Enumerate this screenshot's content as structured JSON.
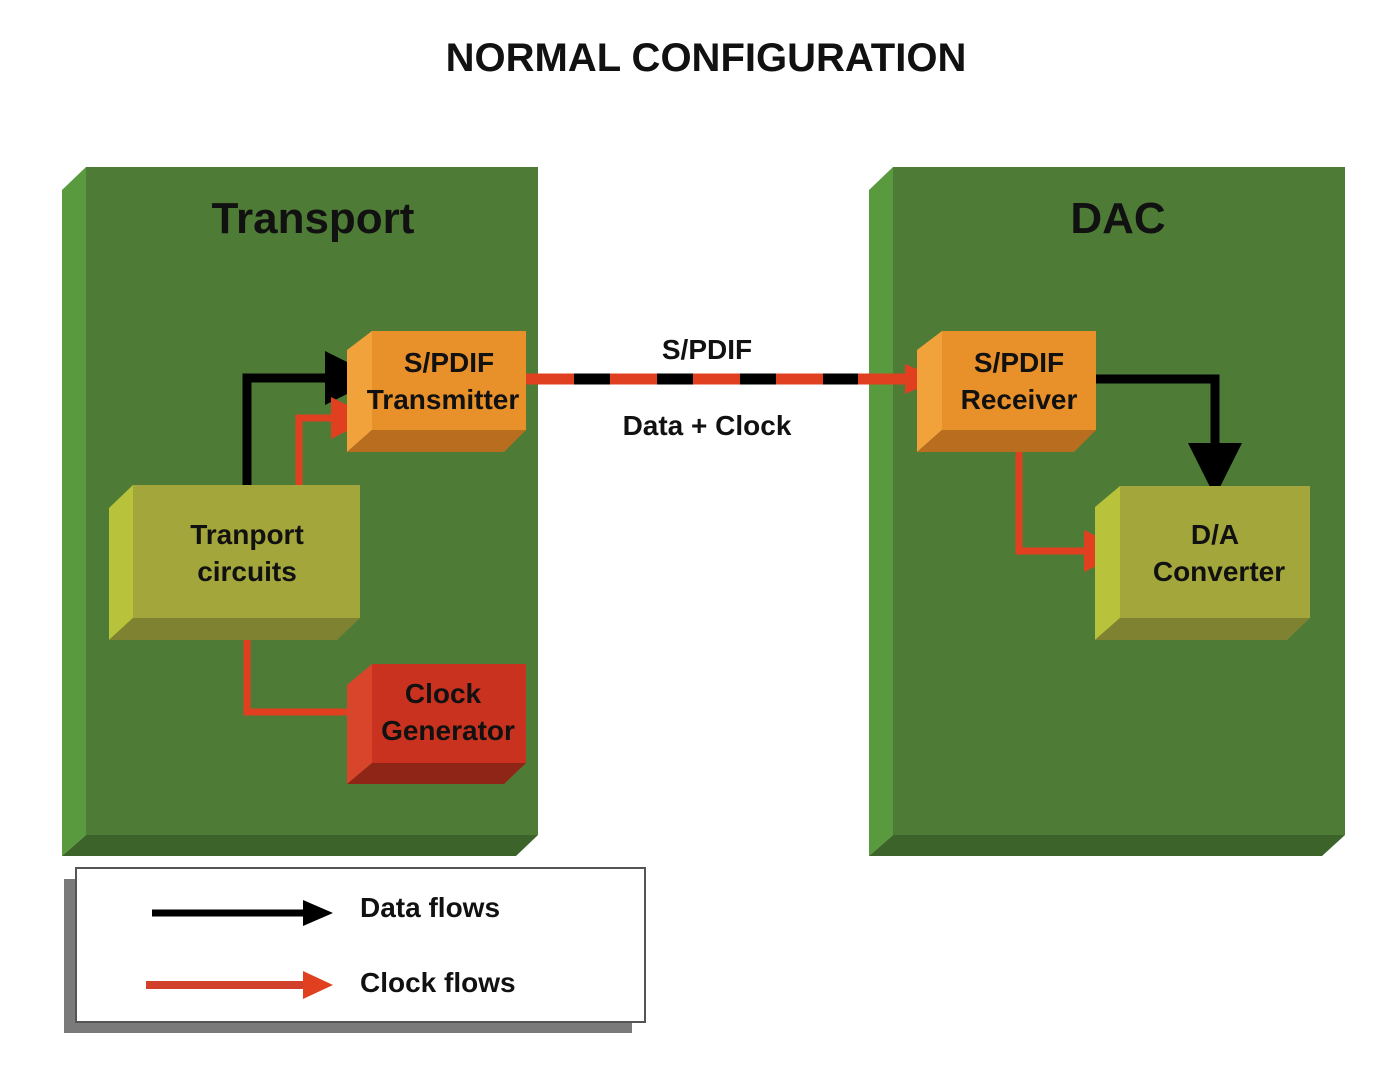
{
  "title": "NORMAL CONFIGURATION",
  "colors": {
    "panel_green": "#4e7c37",
    "data_flow": "#000000",
    "clock_flow": "#e0401f",
    "spdif_box": "#e8902a",
    "circuit_box": "#a3a63a",
    "clock_gen_box": "#c8321f"
  },
  "panels": {
    "transport": {
      "title": "Transport",
      "blocks": {
        "transmitter": {
          "line1": "S/PDIF",
          "line2": "Transmitter"
        },
        "circuits": {
          "line1": "Tranport",
          "line2": "circuits"
        },
        "clock_gen": {
          "line1": "Clock",
          "line2": "Generator"
        }
      }
    },
    "dac": {
      "title": "DAC",
      "blocks": {
        "receiver": {
          "line1": "S/PDIF",
          "line2": "Receiver"
        },
        "converter": {
          "line1": "D/A",
          "line2": "Converter"
        }
      }
    }
  },
  "link": {
    "label_top": "S/PDIF",
    "label_bottom": "Data + Clock"
  },
  "legend": {
    "items": [
      {
        "label": "Data flows",
        "type": "data"
      },
      {
        "label": "Clock flows",
        "type": "clock"
      }
    ]
  }
}
